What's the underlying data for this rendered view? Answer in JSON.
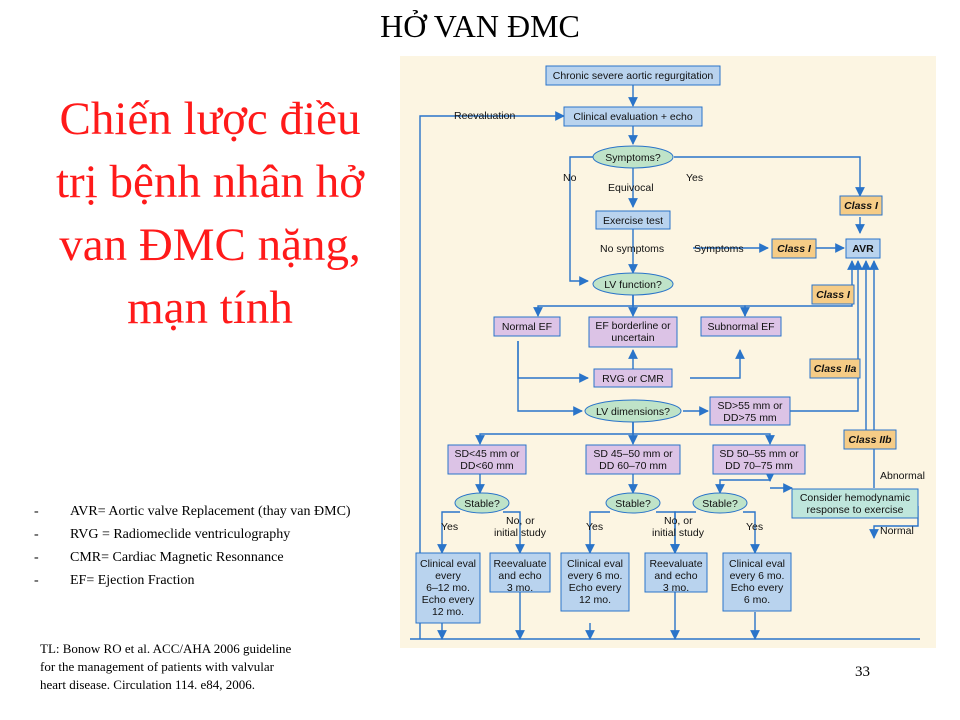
{
  "slide": {
    "title": "HỞ VAN ĐMC",
    "subject_lines": [
      "Chiến lược điều",
      "trị bệnh nhân hở",
      "van ĐMC nặng,",
      "mạn tính"
    ],
    "abbreviations": [
      "AVR= Aortic valve Replacement (thay van ĐMC)",
      "RVG = Radiomeclide ventriculography",
      "CMR= Cardiac Magnetic Resonnance",
      "EF= Ejection Fraction"
    ],
    "reference_lines": [
      "TL: Bonow RO et al. ACC/AHA 2006 guideline",
      "for the management of patients with valvular",
      "heart disease. Circulation  114. e84, 2006."
    ],
    "page_number": "33"
  },
  "flowchart": {
    "colors": {
      "blue_box": "#b9d3ee",
      "purple_box": "#dcc3e6",
      "green_oval": "#bfe3c8",
      "class_box": "#f6cc86",
      "teal_box": "#bfe6dc",
      "line": "#2a74c9",
      "background": "#fcf5e2"
    },
    "start": "Chronic severe aortic regurgitation",
    "reevaluation": "Reevaluation",
    "clinical_eval": "Clinical evaluation + echo",
    "symptoms_q": "Symptoms?",
    "no": "No",
    "yes": "Yes",
    "equivocal": "Equivocal",
    "exercise_test": "Exercise test",
    "no_symptoms": "No symptoms",
    "symptoms": "Symptoms",
    "class_i": "Class I",
    "class_iia": "Class IIa",
    "class_iib": "Class IIb",
    "avr": "AVR",
    "lv_function_q": "LV function?",
    "normal_ef": "Normal EF",
    "ef_borderline": [
      "EF borderline or",
      "uncertain"
    ],
    "subnormal_ef": "Subnormal EF",
    "rvg_cmr": "RVG or CMR",
    "lv_dimensions_q": "LV dimensions?",
    "sd55": [
      "SD>55 mm or",
      "DD>75 mm"
    ],
    "dims": {
      "small": [
        "SD<45 mm or",
        "DD<60 mm"
      ],
      "mid": [
        "SD 45–50 mm or",
        "DD 60–70 mm"
      ],
      "large": [
        "SD 50–55 mm or",
        "DD 70–75 mm"
      ]
    },
    "stable_q": "Stable?",
    "no_initial": [
      "No, or",
      "initial study"
    ],
    "abnormal": "Abnormal",
    "normal": "Normal",
    "consider": [
      "Consider hemodynamic",
      "response to exercise"
    ],
    "follow_up": {
      "a": [
        "Clinical eval",
        "every",
        "6–12 mo.",
        "Echo every",
        "12 mo."
      ],
      "b": [
        "Reevaluate",
        "and echo",
        "3 mo."
      ],
      "c": [
        "Clinical eval",
        "every 6 mo.",
        "Echo every",
        "12 mo."
      ],
      "d": [
        "Reevaluate",
        "and echo",
        "3 mo."
      ],
      "e": [
        "Clinical eval",
        "every 6 mo.",
        "Echo every",
        "6 mo."
      ]
    }
  }
}
